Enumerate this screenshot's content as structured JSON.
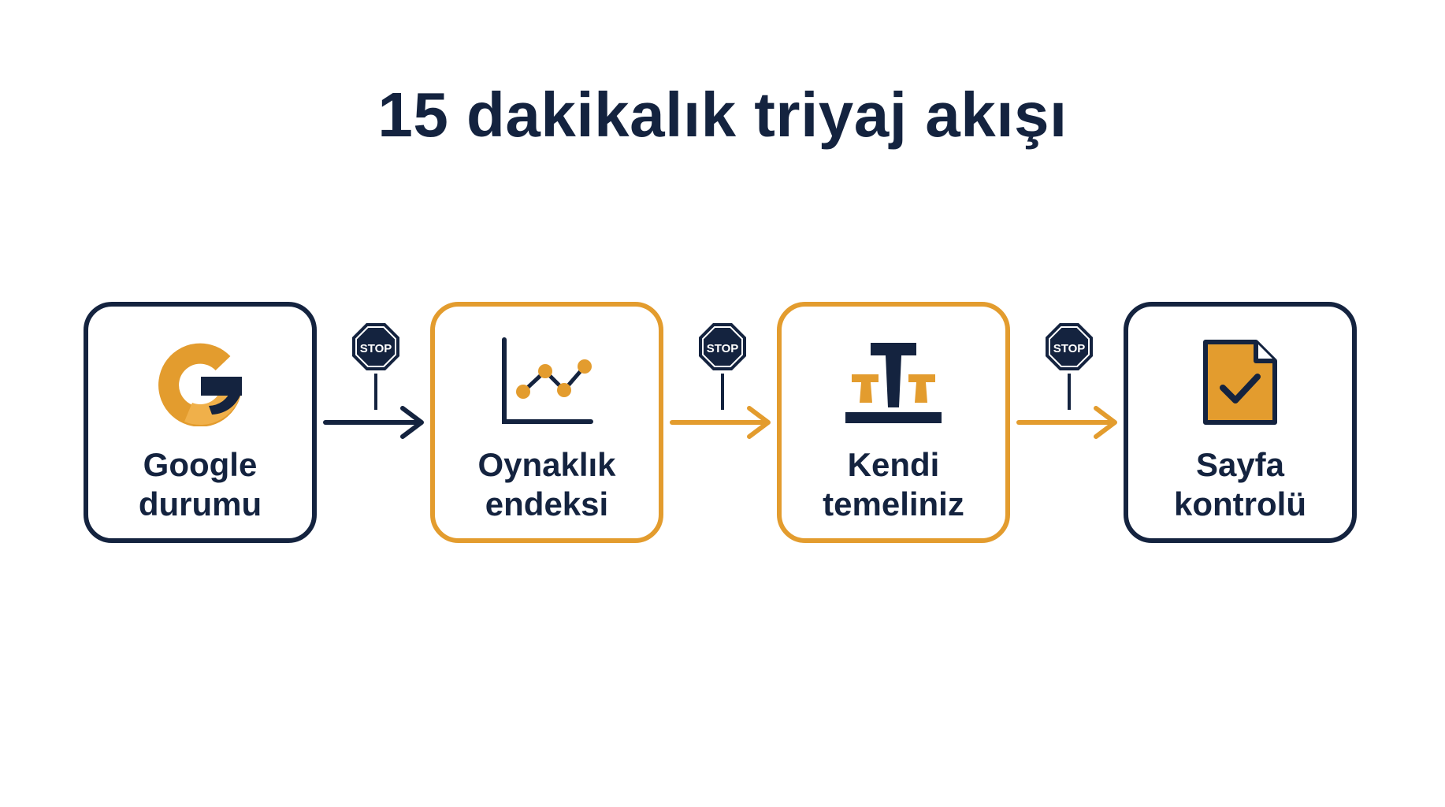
{
  "title": "15 dakikalık triyaj akışı",
  "colors": {
    "navy": "#14233f",
    "gold": "#e39c2e"
  },
  "steps": [
    {
      "line1": "Google",
      "line2": "durumu",
      "icon": "google-g-icon",
      "border": "navy"
    },
    {
      "line1": "Oynaklık",
      "line2": "endeksi",
      "icon": "line-chart-icon",
      "border": "gold"
    },
    {
      "line1": "Kendi",
      "line2": "temeliniz",
      "icon": "baseline-stamp-icon",
      "border": "gold"
    },
    {
      "line1": "Sayfa",
      "line2": "kontrolü",
      "icon": "document-check-icon",
      "border": "navy"
    }
  ],
  "connectors": [
    {
      "stop_label": "STOP",
      "arrow_color": "navy"
    },
    {
      "stop_label": "STOP",
      "arrow_color": "gold"
    },
    {
      "stop_label": "STOP",
      "arrow_color": "gold"
    }
  ]
}
